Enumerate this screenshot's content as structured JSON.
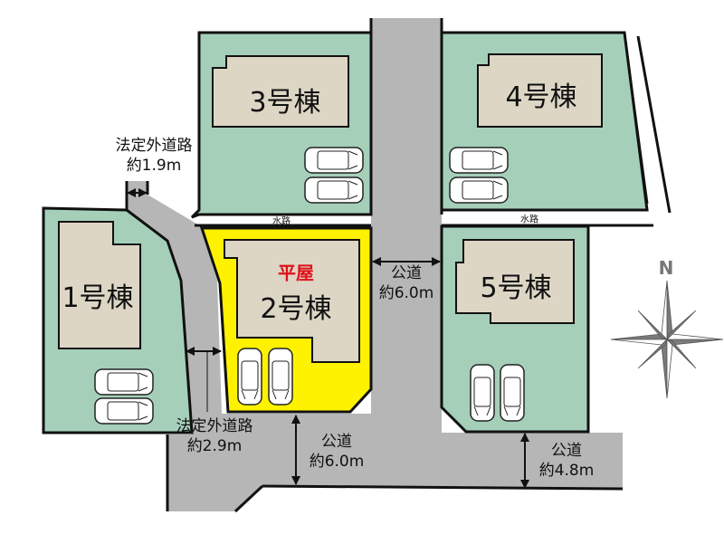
{
  "lots": [
    {
      "name": "1号棟"
    },
    {
      "name": "2号棟",
      "tag": "平屋",
      "highlighted": true
    },
    {
      "name": "3号棟"
    },
    {
      "name": "4号棟"
    },
    {
      "name": "5号棟"
    }
  ],
  "roads": {
    "alley_top": {
      "line1": "法定外道路",
      "line2": "約1.9m"
    },
    "alley_mid": {
      "line1": "法定外道路",
      "line2": "約2.9m"
    },
    "center": {
      "line1": "公道",
      "line2": "約6.0m"
    },
    "bottom": {
      "line1": "公道",
      "line2": "約6.0m"
    },
    "bottom_right": {
      "line1": "公道",
      "line2": "約4.8m"
    }
  },
  "waterway_label": "水路",
  "compass_label": "N",
  "colors": {
    "lot": "#a5cfb9",
    "building": "#ddd6c5",
    "road": "#b6b6b6",
    "highlight": "#fff200",
    "tag": "#e0101a"
  }
}
